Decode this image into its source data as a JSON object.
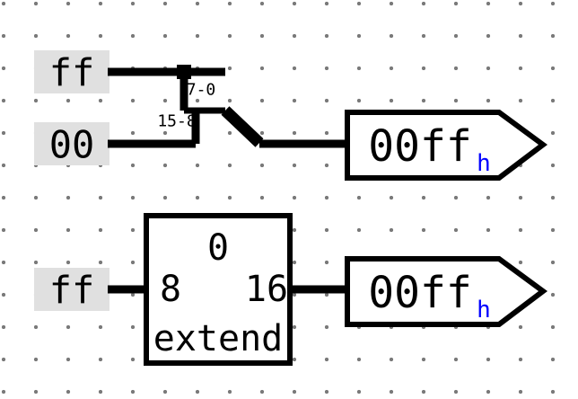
{
  "top_circuit": {
    "input_low": {
      "value": "ff"
    },
    "input_high": {
      "value": "00"
    },
    "splitter": {
      "low_range": "7-0",
      "high_range": "15-8"
    },
    "output": {
      "value": "00ff",
      "radix": "h"
    }
  },
  "bottom_circuit": {
    "input": {
      "value": "ff"
    },
    "extender": {
      "pad_bit": "0",
      "input_width": "8",
      "output_width": "16",
      "label": "extend"
    },
    "output": {
      "value": "00ff",
      "radix": "h"
    }
  },
  "colors": {
    "wire": "#000000",
    "component_border": "#000000",
    "pin_background": "#e0e0e0",
    "value_text": "#000000",
    "radix_suffix": "#0000ff",
    "grid_dot": "#7a7a7a",
    "background": "#ffffff"
  }
}
